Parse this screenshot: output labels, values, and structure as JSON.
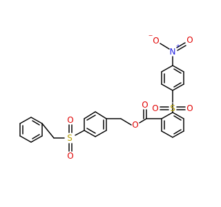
{
  "molecule": {
    "atoms": {
      "s_top": {
        "symbol": "S",
        "color": "#b8a000"
      },
      "o_top_left": {
        "symbol": "O",
        "color": "#e00000"
      },
      "o_top_right": {
        "symbol": "O",
        "color": "#e00000"
      },
      "o_carbonyl": {
        "symbol": "O",
        "color": "#e00000"
      },
      "o_ester": {
        "symbol": "O",
        "color": "#e00000"
      },
      "s_bottom": {
        "symbol": "S",
        "color": "#b8a000"
      },
      "o_bottom_top": {
        "symbol": "O",
        "color": "#e00000"
      },
      "o_bottom_bottom": {
        "symbol": "O",
        "color": "#e00000"
      },
      "n_nitro": {
        "symbol": "N",
        "color": "#2020e0",
        "charge": "+"
      },
      "o_nitro_left": {
        "symbol": "O",
        "color": "#e00000",
        "charge": "−"
      },
      "o_nitro_right": {
        "symbol": "O",
        "color": "#e00000"
      }
    },
    "bond_color": "#000000"
  }
}
